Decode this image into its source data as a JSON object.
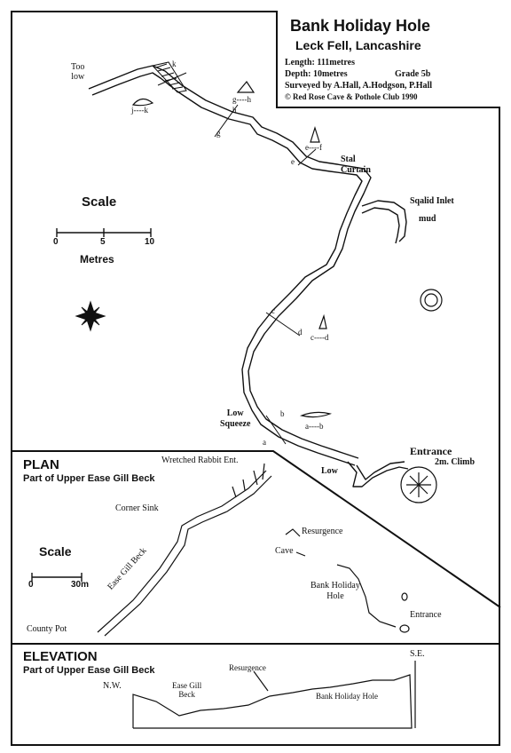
{
  "title_block": {
    "title": "Bank Holiday Hole",
    "subtitle": "Leck Fell, Lancashire",
    "length": "Length:  111metres",
    "depth": "Depth: 10metres",
    "grade": "Grade  5b",
    "surveyors": "Surveyed by A.Hall, A.Hodgson, P.Hall",
    "club": "© Red Rose Cave & Pothole Club 1990"
  },
  "cave_plan": {
    "scale_label": "Scale",
    "scale_ticks": [
      "0",
      "5",
      "10"
    ],
    "scale_unit": "Metres",
    "labels": {
      "too_low": "Too\nlow",
      "stal_curtain": "Stal\nCurtain",
      "sqalid_inlet": "Sqalid Inlet",
      "mud": "mud",
      "low_squeeze": "Low\nSqueeze",
      "low": "Low",
      "entrance": "Entrance",
      "climb": "2m. Climb"
    },
    "sections": {
      "a": "a",
      "b": "b",
      "c": "c",
      "d": "d",
      "e": "e",
      "f": "f",
      "g": "g",
      "h": "h",
      "j": "j",
      "k": "k",
      "ab": "a----b",
      "cd": "c----d",
      "ef": "e----f",
      "gh": "g----h",
      "jk": "j----k"
    }
  },
  "plan_inset": {
    "heading": "PLAN",
    "subheading": "Part of Upper Ease Gill Beck",
    "scale_label": "Scale",
    "scale_ticks": [
      "0",
      "30m"
    ],
    "labels": {
      "wretched": "Wretched Rabbit Ent.",
      "corner_sink": "Corner  Sink",
      "resurgence": "Resurgence",
      "cave": "Cave",
      "ease_gill_beck": "Ease Gill Beck",
      "bank_holiday_hole": "Bank Holiday\nHole",
      "county_pot": "County Pot",
      "entrance": "Entrance"
    }
  },
  "elevation": {
    "heading": "ELEVATION",
    "subheading": "Part of Upper Ease Gill Beck",
    "nw": "N.W.",
    "se": "S.E.",
    "ease_gill_beck": "Ease Gill\nBeck",
    "resurgence": "Resurgence",
    "bank_holiday_hole": "Bank Holiday Hole"
  }
}
